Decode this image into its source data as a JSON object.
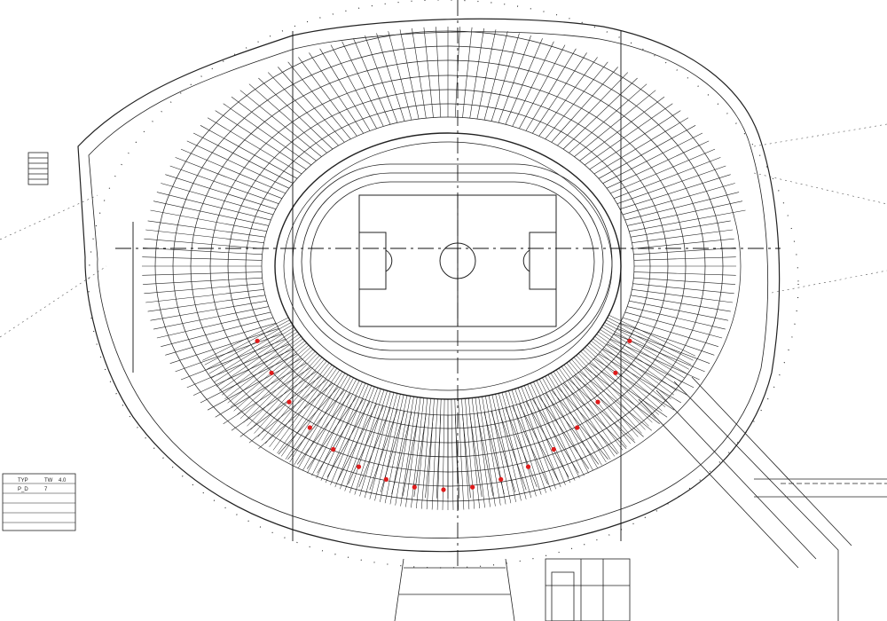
{
  "drawing": {
    "title_block": {
      "rows": [
        [
          "TYP",
          "TW",
          "4.0"
        ],
        [
          "P_D",
          "7",
          ""
        ]
      ]
    },
    "marker_color": "#e01b1b",
    "line_color": "#222222",
    "marker_count": 17
  }
}
